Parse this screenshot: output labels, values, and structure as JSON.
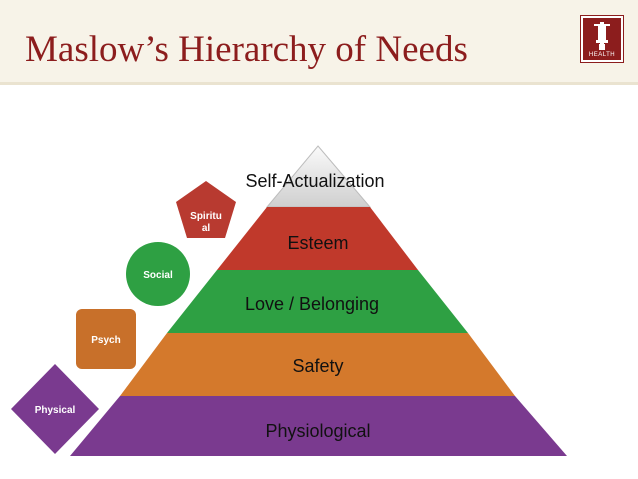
{
  "slide": {
    "title": "Maslow’s Hierarchy of Needs",
    "logo_text": "HEALTH"
  },
  "pyramid": [
    {
      "label": "Self-Actualization",
      "color": "#e4e4e4"
    },
    {
      "label": "Esteem",
      "color": "#c0392b"
    },
    {
      "label": "Love / Belonging",
      "color": "#2ea043"
    },
    {
      "label": "Safety",
      "color": "#d4792c"
    },
    {
      "label": "Physiological",
      "color": "#7a3a8f"
    }
  ],
  "side_shapes": [
    {
      "label": "Spiritu al",
      "line1": "Spiritu",
      "line2": "al",
      "shape": "pentagon",
      "color": "#b83a30"
    },
    {
      "label": "Social",
      "shape": "circle",
      "color": "#2ea043"
    },
    {
      "label": "Psych",
      "shape": "rounded-square",
      "color": "#c8702a"
    },
    {
      "label": "Physical",
      "shape": "diamond",
      "color": "#7a3a8f"
    }
  ],
  "colors": {
    "title": "#8c1d1d",
    "header_bg": "#f7f3e8"
  }
}
